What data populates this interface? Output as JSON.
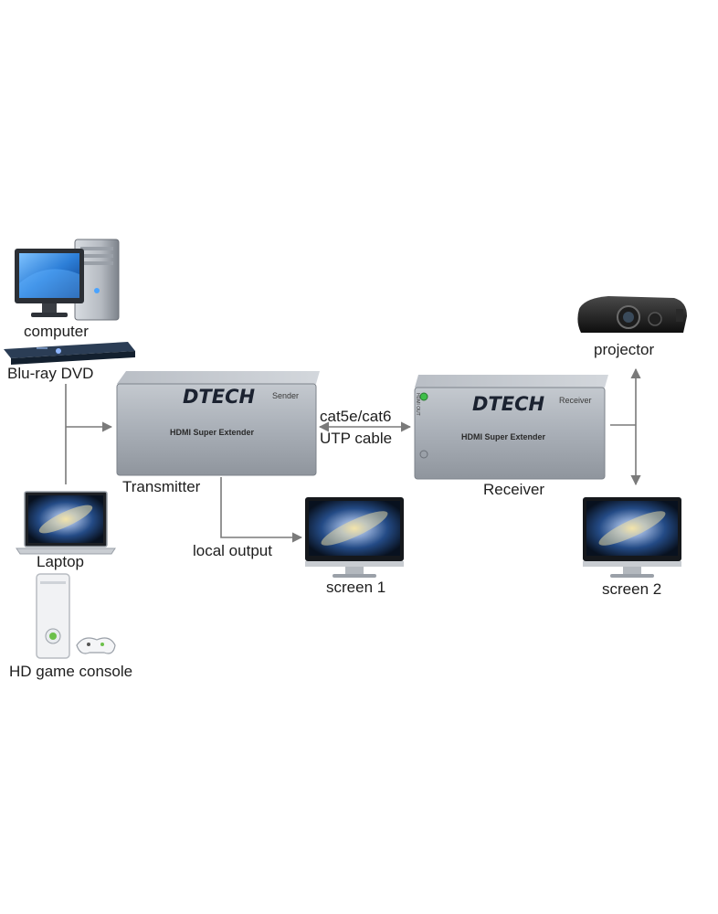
{
  "labels": {
    "computer": "computer",
    "bluray": "Blu-ray DVD",
    "laptop": "Laptop",
    "game_console": "HD game console",
    "transmitter": "Transmitter",
    "receiver": "Receiver",
    "cable_line1": "cat5e/cat6",
    "cable_line2": "UTP cable",
    "local_output": "local output",
    "screen1": "screen 1",
    "screen2": "screen 2",
    "projector": "projector"
  },
  "sender": {
    "brand": "DTECH",
    "tag": "Sender",
    "model": "HDMI Super Extender"
  },
  "receiver_box": {
    "brand": "DTECH",
    "tag": "Receiver",
    "model": "HDMI Super Extender",
    "port_label": "HDMI OUT"
  },
  "colors": {
    "extender_body": "#a7adb5",
    "arrow": "#7a7a7a",
    "screen_glow": "#3b6fb0"
  },
  "icons": [
    "computer-icon",
    "bluray-player-icon",
    "laptop-icon",
    "game-console-icon",
    "monitor-icon",
    "projector-icon"
  ]
}
